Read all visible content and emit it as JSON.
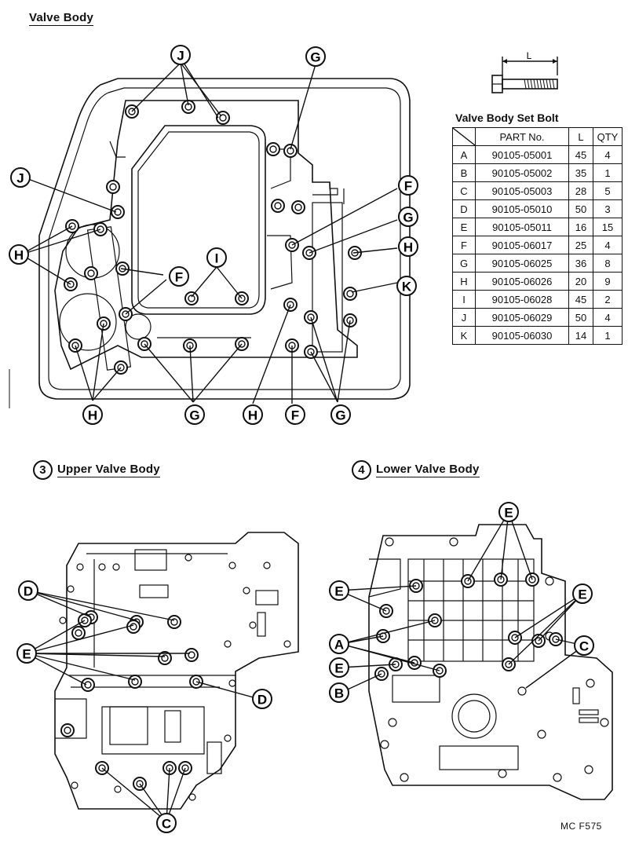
{
  "titles": {
    "valve_body": "Valve Body",
    "upper_num": "3",
    "upper": "Upper Valve Body",
    "lower_num": "4",
    "lower": "Lower Valve Body"
  },
  "bolt_length_label": "L",
  "table": {
    "title": "Valve Body Set Bolt",
    "headers": [
      "",
      "PART No.",
      "L",
      "QTY"
    ],
    "rows": [
      {
        "id": "A",
        "part": "90105-05001",
        "l": "45",
        "qty": "4"
      },
      {
        "id": "B",
        "part": "90105-05002",
        "l": "35",
        "qty": "1"
      },
      {
        "id": "C",
        "part": "90105-05003",
        "l": "28",
        "qty": "5"
      },
      {
        "id": "D",
        "part": "90105-05010",
        "l": "50",
        "qty": "3"
      },
      {
        "id": "E",
        "part": "90105-05011",
        "l": "16",
        "qty": "15"
      },
      {
        "id": "F",
        "part": "90105-06017",
        "l": "25",
        "qty": "4"
      },
      {
        "id": "G",
        "part": "90105-06025",
        "l": "36",
        "qty": "8"
      },
      {
        "id": "H",
        "part": "90105-06026",
        "l": "20",
        "qty": "9"
      },
      {
        "id": "I",
        "part": "90105-06028",
        "l": "45",
        "qty": "2"
      },
      {
        "id": "J",
        "part": "90105-06029",
        "l": "50",
        "qty": "4"
      },
      {
        "id": "K",
        "part": "90105-06030",
        "l": "14",
        "qty": "1"
      }
    ]
  },
  "callouts": {
    "main": [
      "J",
      "G",
      "J",
      "F",
      "G",
      "H",
      "H",
      "F",
      "I",
      "K",
      "H",
      "G",
      "H",
      "F",
      "G"
    ],
    "upper": [
      "D",
      "E",
      "D",
      "C"
    ],
    "lower": [
      "E",
      "E",
      "E",
      "A",
      "C",
      "E",
      "B"
    ]
  },
  "figure_code": "MC F575"
}
